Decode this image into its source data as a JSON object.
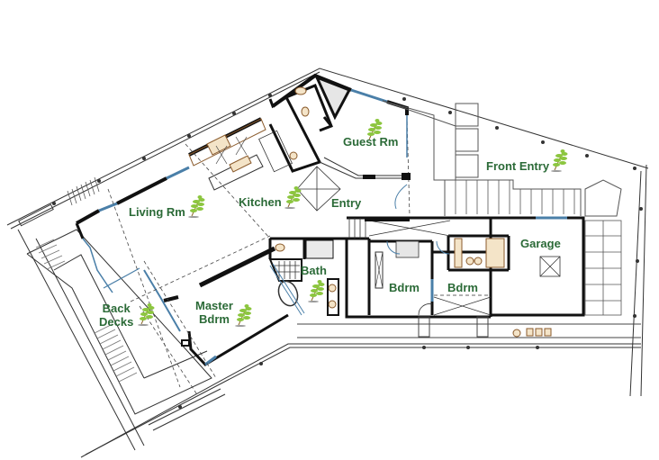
{
  "diagram": {
    "type": "architectural-floor-plan",
    "colors": {
      "label_text": "#2b6a37",
      "leaf_light": "#8cc63f",
      "leaf_dark": "#5a9e2a",
      "wall": "#111111",
      "window_glass": "#4a7fa8",
      "fixture_brown": "#8a5a2b",
      "fixture_fill": "#f4e4c8",
      "line_thin": "#333333"
    },
    "rooms": [
      {
        "id": "living",
        "label": "Living Rm",
        "icon": "leaf-icon"
      },
      {
        "id": "kitchen",
        "label": "Kitchen",
        "icon": "leaf-icon"
      },
      {
        "id": "guest",
        "label": "Guest Rm",
        "icon": "leaf-icon"
      },
      {
        "id": "entry",
        "label": "Entry",
        "icon": null
      },
      {
        "id": "front_entry",
        "label": "Front Entry",
        "icon": "leaf-icon"
      },
      {
        "id": "garage",
        "label": "Garage",
        "icon": null
      },
      {
        "id": "bath",
        "label": "Bath",
        "icon": "leaf-icon"
      },
      {
        "id": "bdrm1",
        "label": "Bdrm",
        "icon": null
      },
      {
        "id": "bdrm2",
        "label": "Bdrm",
        "icon": null
      },
      {
        "id": "master",
        "label": "Master\nBdrm",
        "label_line1": "Master",
        "label_line2": "Bdrm",
        "icon": "leaf-icon"
      },
      {
        "id": "back_decks",
        "label": "Back\nDecks",
        "label_line1": "Back",
        "label_line2": "Decks",
        "icon": "leaf-icon"
      }
    ]
  }
}
